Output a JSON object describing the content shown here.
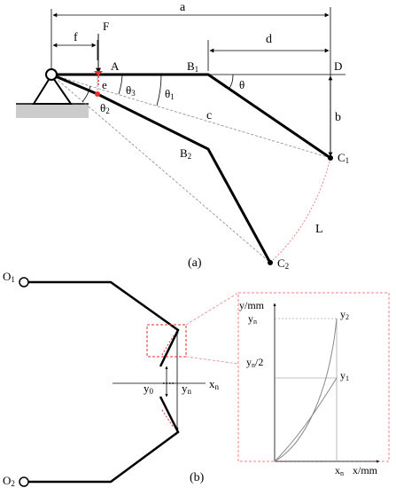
{
  "panel_a": {
    "caption": "(a)",
    "labels": {
      "a": "a",
      "f": "f",
      "F": "F",
      "d": "d",
      "A": "A",
      "B1_main": "B",
      "B1_sub": "1",
      "D": "D",
      "e": "e",
      "b": "b",
      "c": "c",
      "theta": "θ",
      "theta3_main": "θ",
      "theta3_sub": "3",
      "theta1_main": "θ",
      "theta1_sub": "1",
      "theta2_main": "θ",
      "theta2_sub": "2",
      "B2_main": "B",
      "B2_sub": "2",
      "C1_main": "C",
      "C1_sub": "1",
      "C2_main": "C",
      "C2_sub": "2",
      "L": "L"
    }
  },
  "panel_b": {
    "caption": "(b)",
    "labels": {
      "O1_main": "O",
      "O1_sub": "1",
      "O2_main": "O",
      "O2_sub": "2",
      "y0_main": "y",
      "y0_sub": "0",
      "yn_main": "y",
      "yn_sub": "n",
      "xn_main": "x",
      "xn_sub": "n"
    },
    "inset": {
      "ylabel": "y/mm",
      "xlabel": "x/mm",
      "yn_main": "y",
      "yn_sub": "n",
      "yn2_main": "y",
      "yn2_sub": "n",
      "yn2_suffix": "/2",
      "y1_main": "y",
      "y1_sub": "1",
      "y2_main": "y",
      "y2_sub": "2",
      "xn_main": "x",
      "xn_sub": "n"
    }
  },
  "colors": {
    "line": "#000000",
    "dashed": "#888888",
    "red": "#e03030",
    "pink": "#f08080",
    "ground": "#cccccc"
  }
}
